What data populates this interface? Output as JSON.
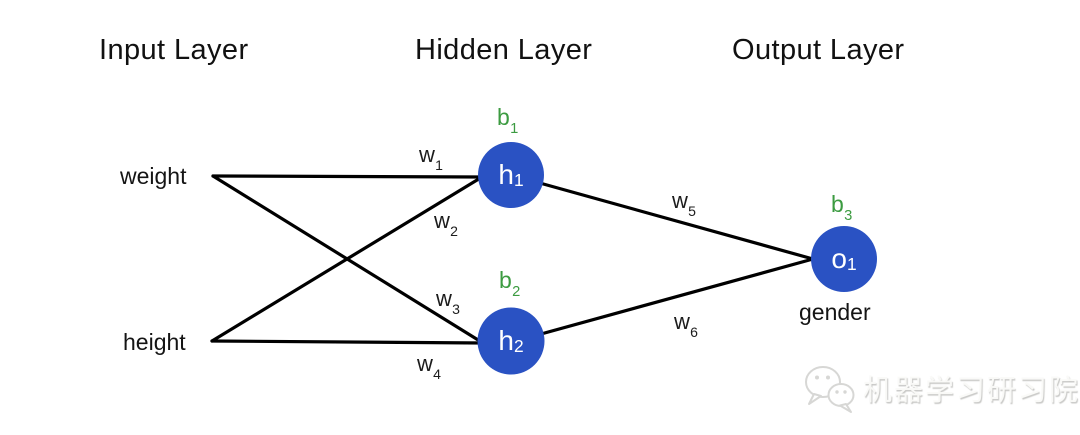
{
  "colors": {
    "node_fill": "#2a52c3",
    "node_text": "#ffffff",
    "bias_green": "#3c9b41",
    "edge_black": "#000000",
    "label_black": "#141414",
    "watermark_gray": "#dadad8"
  },
  "headers": {
    "input": "Input Layer",
    "hidden": "Hidden Layer",
    "output": "Output Layer"
  },
  "input_nodes": [
    {
      "label": "weight"
    },
    {
      "label": "height"
    }
  ],
  "hidden_nodes": [
    {
      "label": "h",
      "sub": "1"
    },
    {
      "label": "h",
      "sub": "2"
    }
  ],
  "output_node": {
    "label": "o",
    "sub": "1",
    "name": "gender"
  },
  "biases": [
    {
      "label": "b",
      "sub": "1"
    },
    {
      "label": "b",
      "sub": "2"
    },
    {
      "label": "b",
      "sub": "3"
    }
  ],
  "weights": [
    {
      "label": "w",
      "sub": "1"
    },
    {
      "label": "w",
      "sub": "2"
    },
    {
      "label": "w",
      "sub": "3"
    },
    {
      "label": "w",
      "sub": "4"
    },
    {
      "label": "w",
      "sub": "5"
    },
    {
      "label": "w",
      "sub": "6"
    }
  ],
  "watermark": {
    "brand": "机器学习研习院",
    "icon": "wechat-icon"
  }
}
